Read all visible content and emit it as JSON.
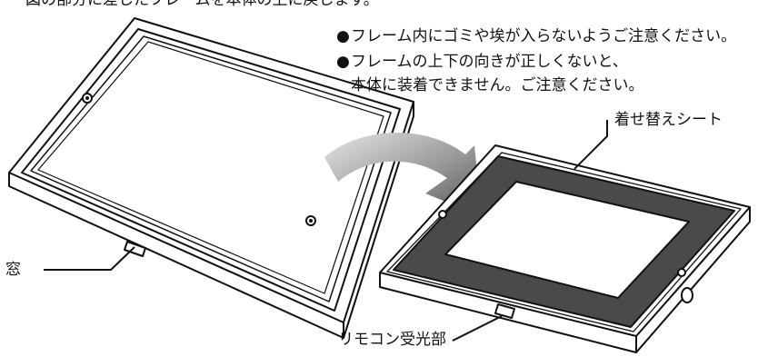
{
  "header": {
    "top_text": "図の部分に差したフレームを本体の上に戻します。"
  },
  "notes": {
    "bullet": "●",
    "items": [
      "フレーム内にゴミや埃が入らないようご注意ください。",
      "フレームの上下の向きが正しくないと、"
    ],
    "continuation": "本体に装着できません。ご注意ください。"
  },
  "labels": {
    "sheet": "着せ替えシート",
    "window": "窓",
    "remote_receiver": "リモコン受光部"
  },
  "colors": {
    "outline": "#111111",
    "sheet_fill": "#4a4a4a",
    "arrow_dark": "#555555",
    "arrow_light": "#e0e0e0"
  }
}
